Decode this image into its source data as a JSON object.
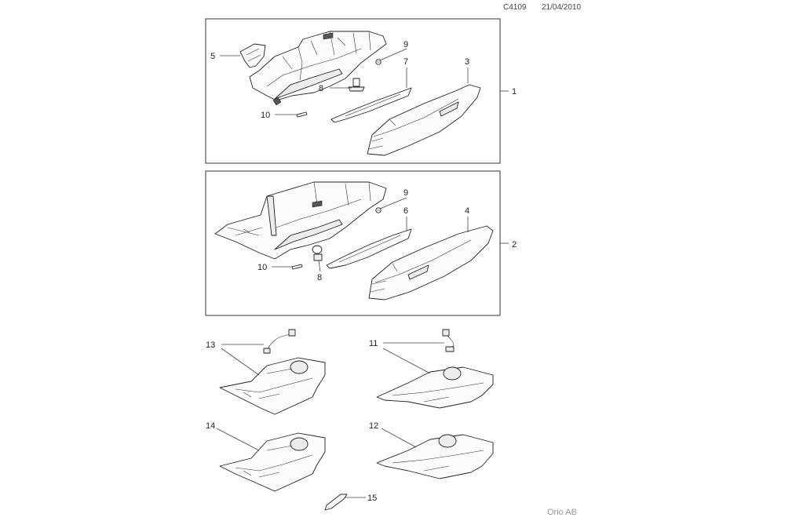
{
  "header": {
    "doc_id": "C4109",
    "date": "21/04/2010"
  },
  "footer": {
    "company": "Orio AB"
  },
  "callouts": {
    "c1": "1",
    "c2": "2",
    "c3": "3",
    "c4": "4",
    "c5": "5",
    "c6": "6",
    "c7": "7",
    "c8a": "8",
    "c8b": "8",
    "c9a": "9",
    "c9b": "9",
    "c10a": "10",
    "c10b": "10",
    "c11": "11",
    "c12": "12",
    "c13": "13",
    "c14": "14",
    "c15": "15"
  }
}
